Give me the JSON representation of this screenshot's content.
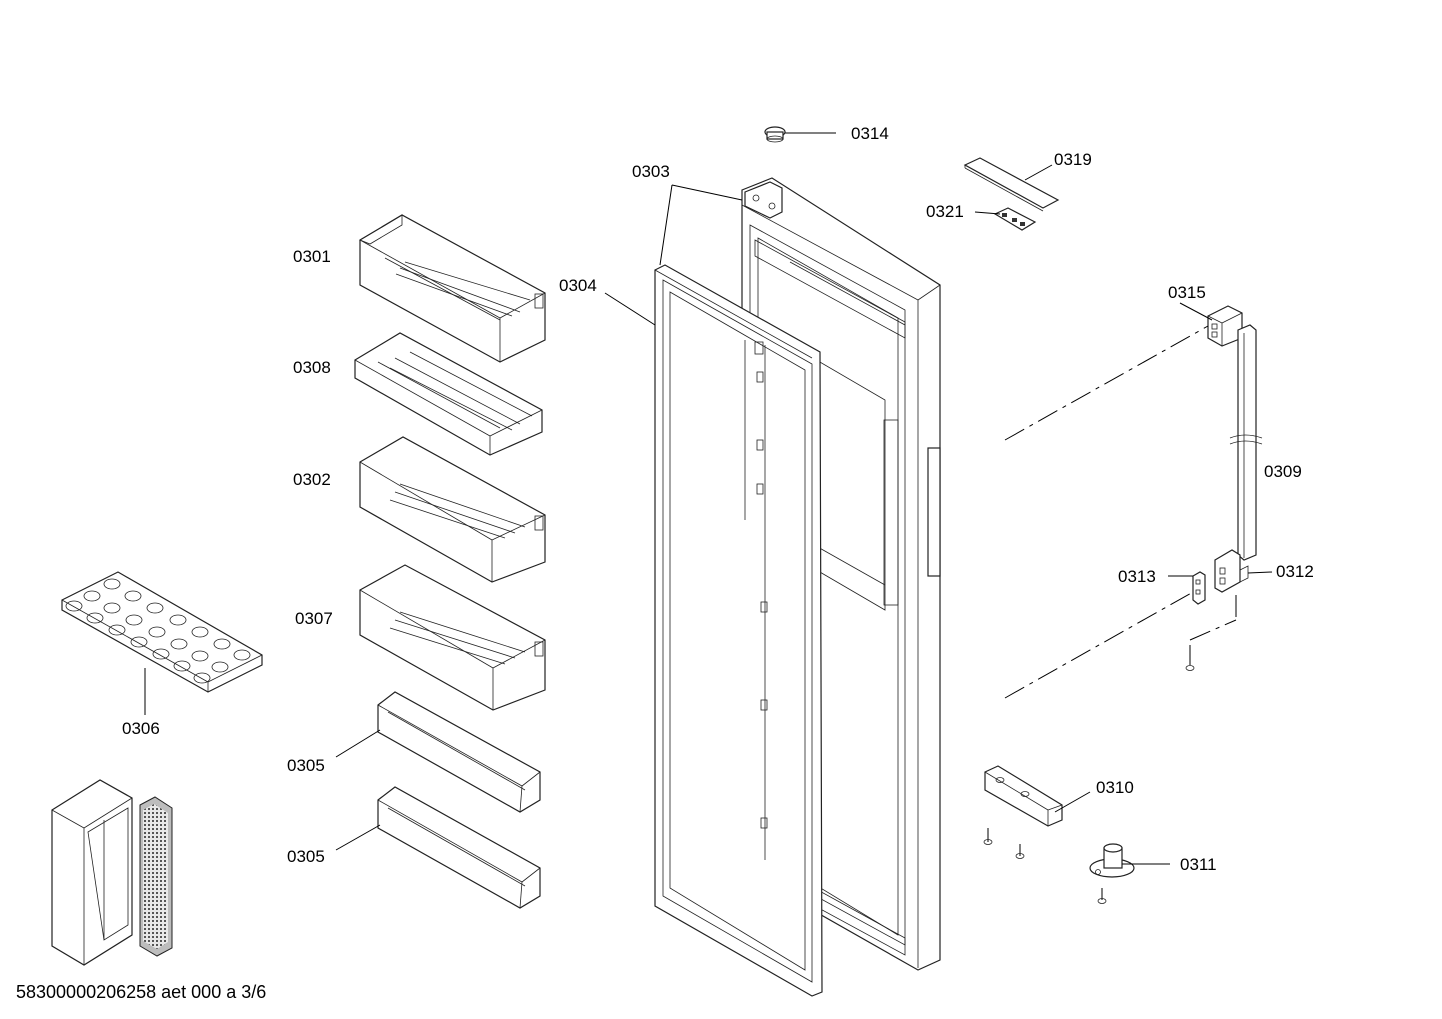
{
  "caption": "58300000206258 aet 000 a 3/6",
  "labels": {
    "p0301": "0301",
    "p0302": "0302",
    "p0303": "0303",
    "p0304": "0304",
    "p0305a": "0305",
    "p0305b": "0305",
    "p0306": "0306",
    "p0307": "0307",
    "p0308": "0308",
    "p0309": "0309",
    "p0310": "0310",
    "p0311": "0311",
    "p0312": "0312",
    "p0313": "0313",
    "p0314": "0314",
    "p0315": "0315",
    "p0319": "0319",
    "p0321": "0321"
  }
}
